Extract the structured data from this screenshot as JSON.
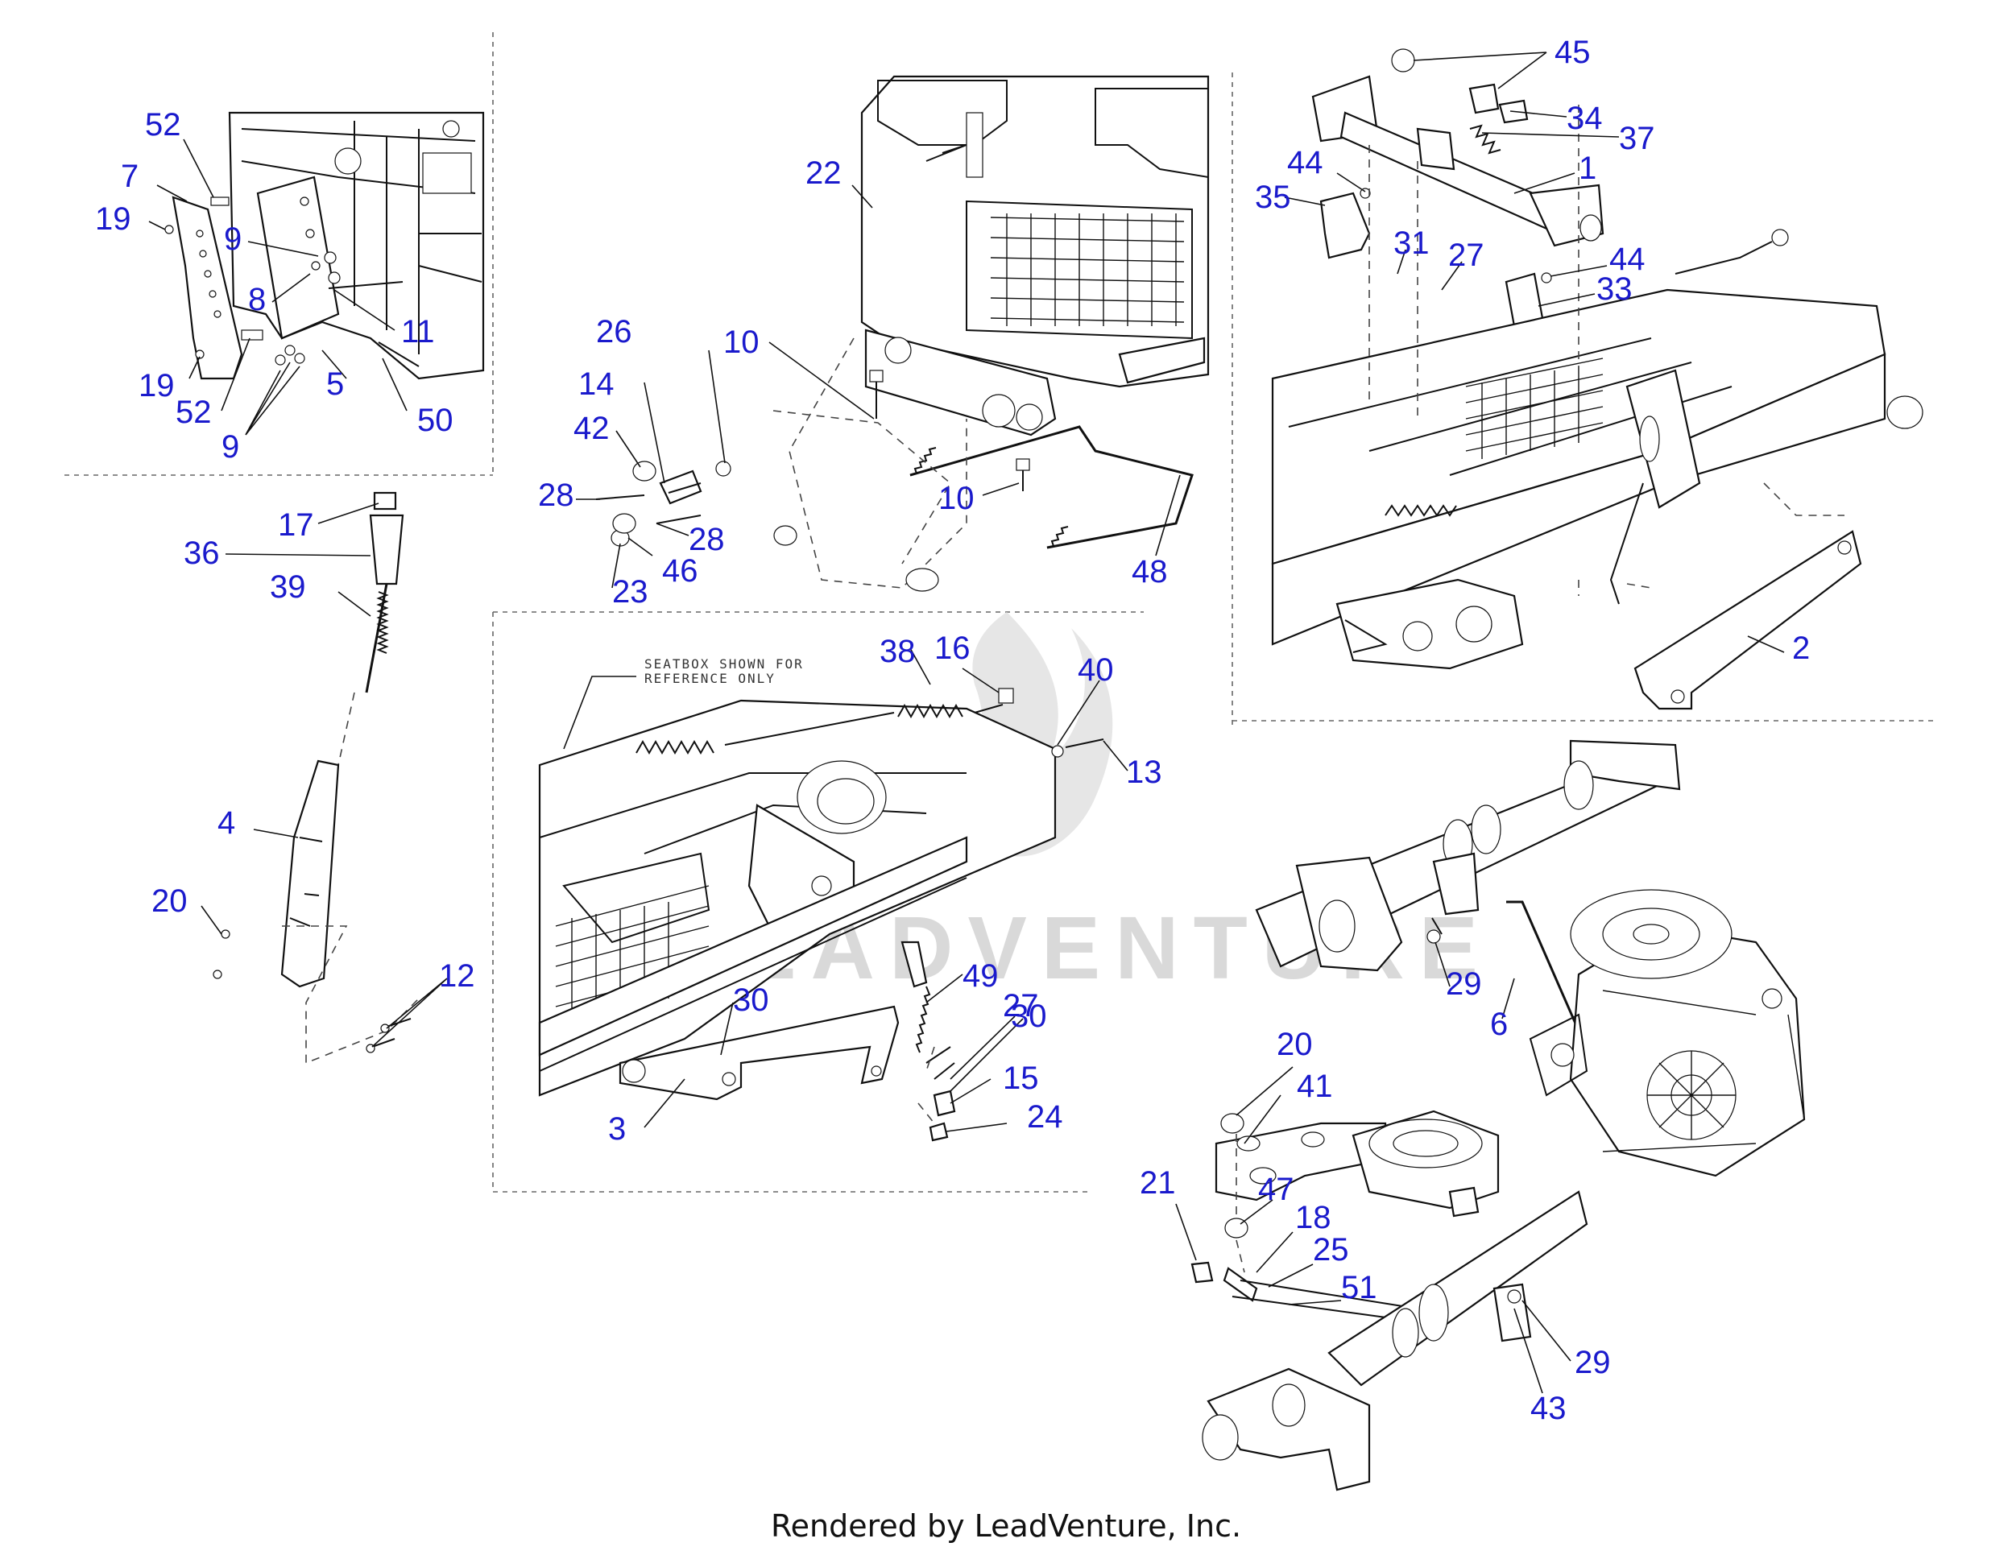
{
  "note": {
    "line1": "SEATBOX SHOWN FOR",
    "line2": "REFERENCE ONLY"
  },
  "watermark": "LEADVENTURE",
  "footer": "Rendered by LeadVenture, Inc.",
  "colors": {
    "label": "#1a1acc",
    "line": "#111111",
    "watermark": "#d9d9d9"
  },
  "labels": {
    "l52a": "52",
    "l7": "7",
    "l19a": "19",
    "l9a": "9",
    "l8": "8",
    "l11": "11",
    "l19b": "19",
    "l52b": "52",
    "l5": "5",
    "l50": "50",
    "l9b": "9",
    "l17": "17",
    "l36": "36",
    "l39": "39",
    "l4": "4",
    "l20a": "20",
    "l12": "12",
    "l22": "22",
    "l26": "26",
    "l10a": "10",
    "l14": "14",
    "l42": "42",
    "l28a": "28",
    "l28b": "28",
    "l23": "23",
    "l46": "46",
    "l10b": "10",
    "l48": "48",
    "l45": "45",
    "l34": "34",
    "l44a": "44",
    "l37": "37",
    "l35": "35",
    "l1": "1",
    "l31": "31",
    "l27a": "27",
    "l44b": "44",
    "l33": "33",
    "l2": "2",
    "l38": "38",
    "l16": "16",
    "l40": "40",
    "l13": "13",
    "l49": "49",
    "l27b": "27",
    "l30a": "30",
    "l30b": "30",
    "l15": "15",
    "l3": "3",
    "l24": "24",
    "l29a": "29",
    "l6": "6",
    "l20b": "20",
    "l41": "41",
    "l21": "21",
    "l47": "47",
    "l18": "18",
    "l25": "25",
    "l51": "51",
    "l29b": "29",
    "l43": "43"
  }
}
